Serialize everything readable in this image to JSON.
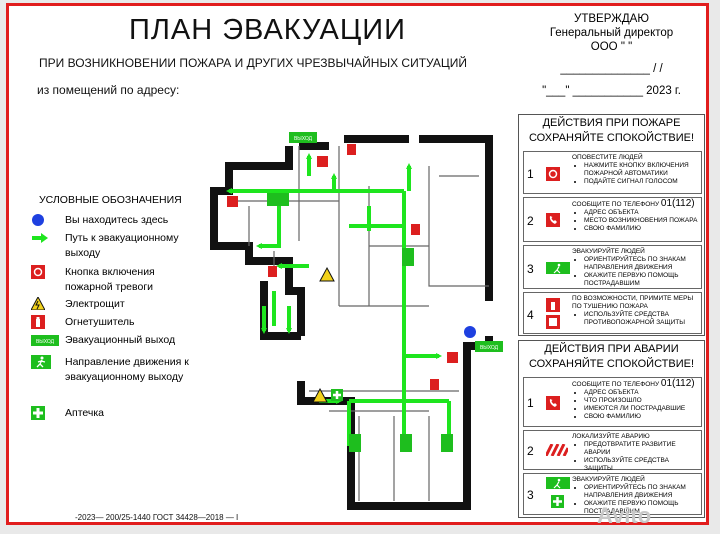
{
  "header": {
    "title": "ПЛАН ЭВАКУАЦИИ",
    "subtitle": "ПРИ ВОЗНИКНОВЕНИИ ПОЖАРА И ДРУГИХ ЧРЕЗВЫЧАЙНЫХ СИТУАЦИЙ",
    "address_label": "из помещений по адресу:"
  },
  "approval": {
    "l1": "УТВЕРЖДАЮ",
    "l2": "Генеральный директор",
    "l3": "ООО \"       \"",
    "l4": "______________ /              /",
    "l5": "\"___\" ___________ 2023 г."
  },
  "legend": {
    "title": "УСЛОВНЫЕ ОБОЗНАЧЕНИЯ",
    "items": [
      {
        "icon": "you-are-here-icon",
        "label": "Вы находитесь здесь"
      },
      {
        "icon": "evacuation-route-arrow-icon",
        "label": "Путь к эвакуационному выходу"
      },
      {
        "icon": "fire-alarm-button-icon",
        "label": "Кнопка включения пожарной тревоги"
      },
      {
        "icon": "electrical-panel-icon",
        "label": "Электрощит"
      },
      {
        "icon": "fire-extinguisher-icon",
        "label": "Огнетушитель"
      },
      {
        "icon": "exit-sign-icon",
        "label": "Эвакуационный выход"
      },
      {
        "icon": "running-man-icon",
        "label": "Направление движения к эвакуационному выходу"
      },
      {
        "icon": "first-aid-icon",
        "label": "Аптечка"
      }
    ],
    "exit_sign_text": "ВЫХОД"
  },
  "fire": {
    "title": "ДЕЙСТВИЯ ПРИ ПОЖАРЕ",
    "subtitle": "СОХРАНЯЙТЕ СПОКОЙСТВИЕ!",
    "steps": [
      {
        "n": "1",
        "head": "ОПОВЕСТИТЕ ЛЮДЕЙ",
        "items": [
          "НАЖМИТЕ КНОПКУ ВКЛЮЧЕНИЯ ПОЖАРНОЙ АВТОМАТИКИ",
          "ПОДАЙТЕ СИГНАЛ ГОЛОСОМ"
        ]
      },
      {
        "n": "2",
        "head": "СООБЩИТЕ ПО ТЕЛЕФОНУ",
        "phone": "01(112)",
        "items": [
          "АДРЕС ОБЪЕКТА",
          "МЕСТО ВОЗНИКНОВЕНИЯ ПОЖАРА",
          "СВОЮ ФАМИЛИЮ"
        ]
      },
      {
        "n": "3",
        "head": "ЭВАКУИРУЙТЕ ЛЮДЕЙ",
        "items": [
          "ОРИЕНТИРУЙТЕСЬ ПО ЗНАКАМ НАПРАВЛЕНИЯ ДВИЖЕНИЯ",
          "ОКАЖИТЕ ПЕРВУЮ ПОМОЩЬ ПОСТРАДАВШИМ"
        ]
      },
      {
        "n": "4",
        "head": "ПО ВОЗМОЖНОСТИ, ПРИМИТЕ МЕРЫ ПО ТУШЕНИЮ ПОЖАРА",
        "items": [
          "ИСПОЛЬЗУЙТЕ СРЕДСТВА ПРОТИВОПОЖАРНОЙ ЗАЩИТЫ"
        ]
      }
    ]
  },
  "accident": {
    "title": "ДЕЙСТВИЯ ПРИ АВАРИИ",
    "subtitle": "СОХРАНЯЙТЕ СПОКОЙСТВИЕ!",
    "steps": [
      {
        "n": "1",
        "head": "СООБЩИТЕ ПО ТЕЛЕФОНУ",
        "phone": "01(112)",
        "items": [
          "АДРЕС ОБЪЕКТА",
          "ЧТО ПРОИЗОШЛО",
          "ИМЕЮТСЯ ЛИ ПОСТРАДАВШИЕ",
          "СВОЮ ФАМИЛИЮ"
        ]
      },
      {
        "n": "2",
        "head": "ЛОКАЛИЗУЙТЕ АВАРИЮ",
        "items": [
          "ПРЕДОТВРАТИТЕ РАЗВИТИЕ АВАРИИ",
          "ИСПОЛЬЗУЙТЕ СРЕДСТВА ЗАЩИТЫ"
        ]
      },
      {
        "n": "3",
        "head": "ЭВАКУИРУЙТЕ ЛЮДЕЙ",
        "items": [
          "ОРИЕНТИРУЙТЕСЬ ПО ЗНАКАМ НАПРАВЛЕНИЯ ДВИЖЕНИЯ",
          "ОКАЖИТЕ ПЕРВУЮ ПОМОЩЬ ПОСТРАДАВШИМ"
        ]
      }
    ]
  },
  "footer": "-2023— 200/25-1440 ГОСТ 34428—2018 — I",
  "watermark": "Avito",
  "colors": {
    "frame": "#e11d1d",
    "route": "#1ee51e",
    "wall": "#111111",
    "sign_red": "#dc1f1f",
    "you_are_here": "#1e40e0"
  }
}
